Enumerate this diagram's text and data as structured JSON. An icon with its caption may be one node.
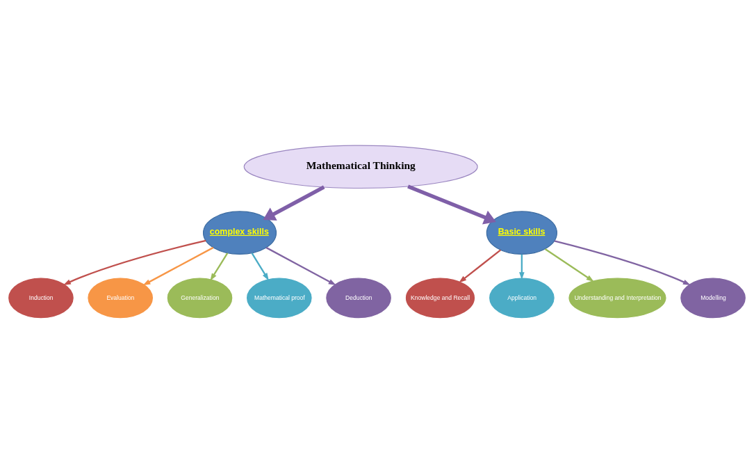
{
  "diagram": {
    "nodes": [
      {
        "text": [
          "Mathematical Thinking"
        ]
      },
      {
        "text": [
          "Induction"
        ]
      },
      {
        "text": [
          "Evaluation"
        ]
      },
      {
        "text": [
          "complex skills"
        ]
      },
      {
        "text": [
          "Generalization"
        ]
      },
      {
        "text": [
          "Mathematical proof"
        ]
      },
      {
        "text": [
          "Deduction"
        ]
      },
      {
        "text": [
          "Knowledge and Recall"
        ]
      },
      {
        "text": [
          "Application"
        ]
      },
      {
        "text": [
          "Basic skills"
        ]
      },
      {
        "text": [
          "Understanding and Interpretation"
        ]
      },
      {
        "text": [
          "Modelling"
        ]
      }
    ],
    "edges": [
      {
        "from": 0,
        "to": 3,
        "arrow": "to",
        "style": "thick",
        "color": "#7f5fa8"
      },
      {
        "from": 0,
        "to": 9,
        "arrow": "to",
        "style": "thick",
        "color": "#7f5fa8"
      },
      {
        "from": 3,
        "to": 1,
        "arrow": "to",
        "color": "#c0504d"
      },
      {
        "from": 3,
        "to": 4,
        "arrow": "to",
        "color": "#9bbb59"
      },
      {
        "from": 3,
        "to": 6,
        "arrow": "to",
        "color": "#8064a2"
      },
      {
        "from": 3,
        "to": 5,
        "arrow": "to",
        "color": "#4bacc6"
      },
      {
        "from": 3,
        "to": 2,
        "arrow": "to",
        "color": "#f79646"
      },
      {
        "from": 9,
        "to": 7,
        "arrow": "to",
        "color": "#c0504d"
      },
      {
        "from": 9,
        "to": 10,
        "arrow": "to",
        "color": "#9bbb59"
      },
      {
        "from": 9,
        "to": 11,
        "arrow": "to",
        "color": "#8064a2"
      },
      {
        "from": 9,
        "to": 8,
        "arrow": "to",
        "color": "#4bacc6"
      }
    ]
  }
}
